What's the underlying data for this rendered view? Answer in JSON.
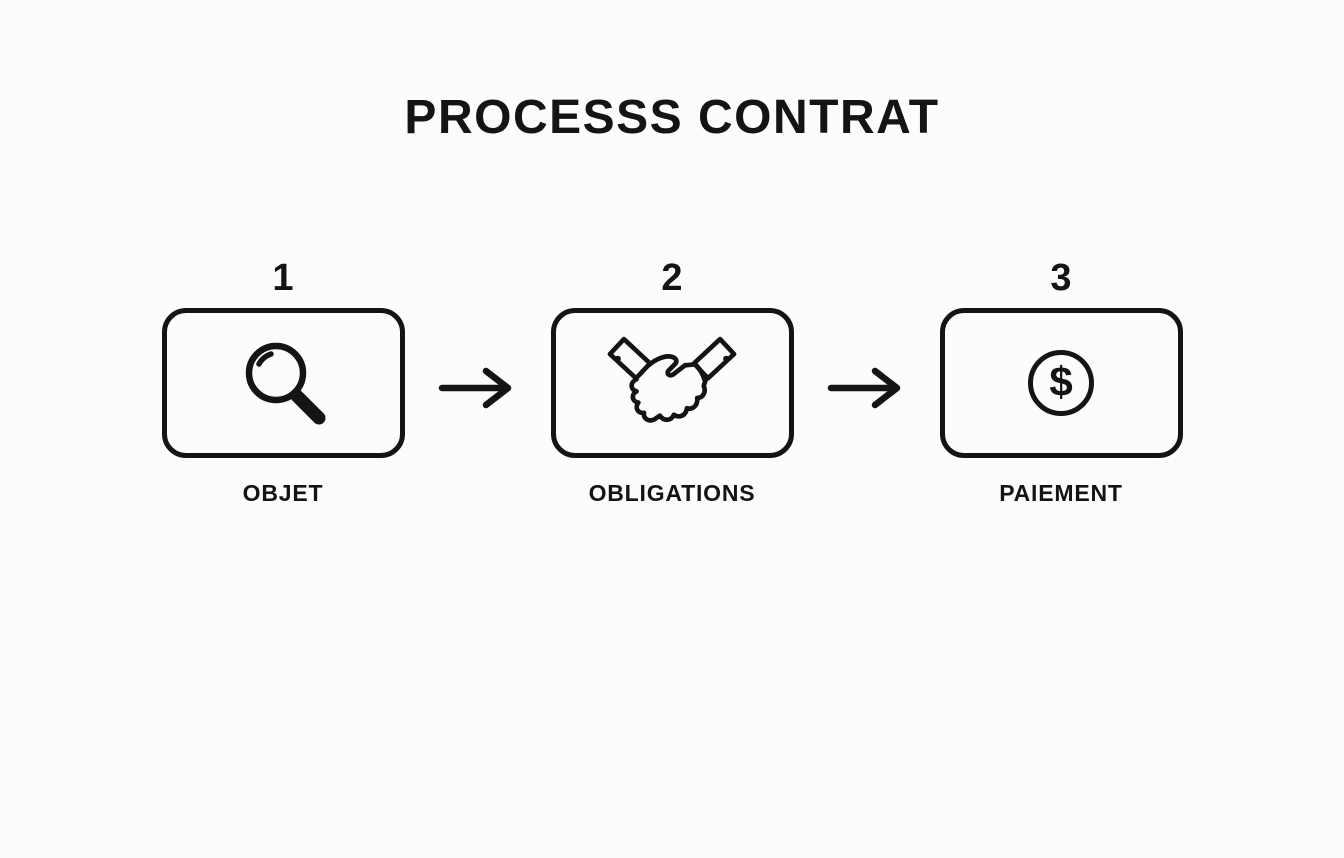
{
  "title": "PROCESSS CONTRAT",
  "steps": [
    {
      "number": "1",
      "label": "OBJET",
      "icon": "magnifier-icon"
    },
    {
      "number": "2",
      "label": "OBLIGATIONS",
      "icon": "handshake-icon"
    },
    {
      "number": "3",
      "label": "PAIEMENT",
      "icon": "dollar-circle-icon"
    }
  ],
  "dollar_symbol": "$",
  "colors": {
    "background": "#fcfcfb",
    "ink": "#141414"
  }
}
